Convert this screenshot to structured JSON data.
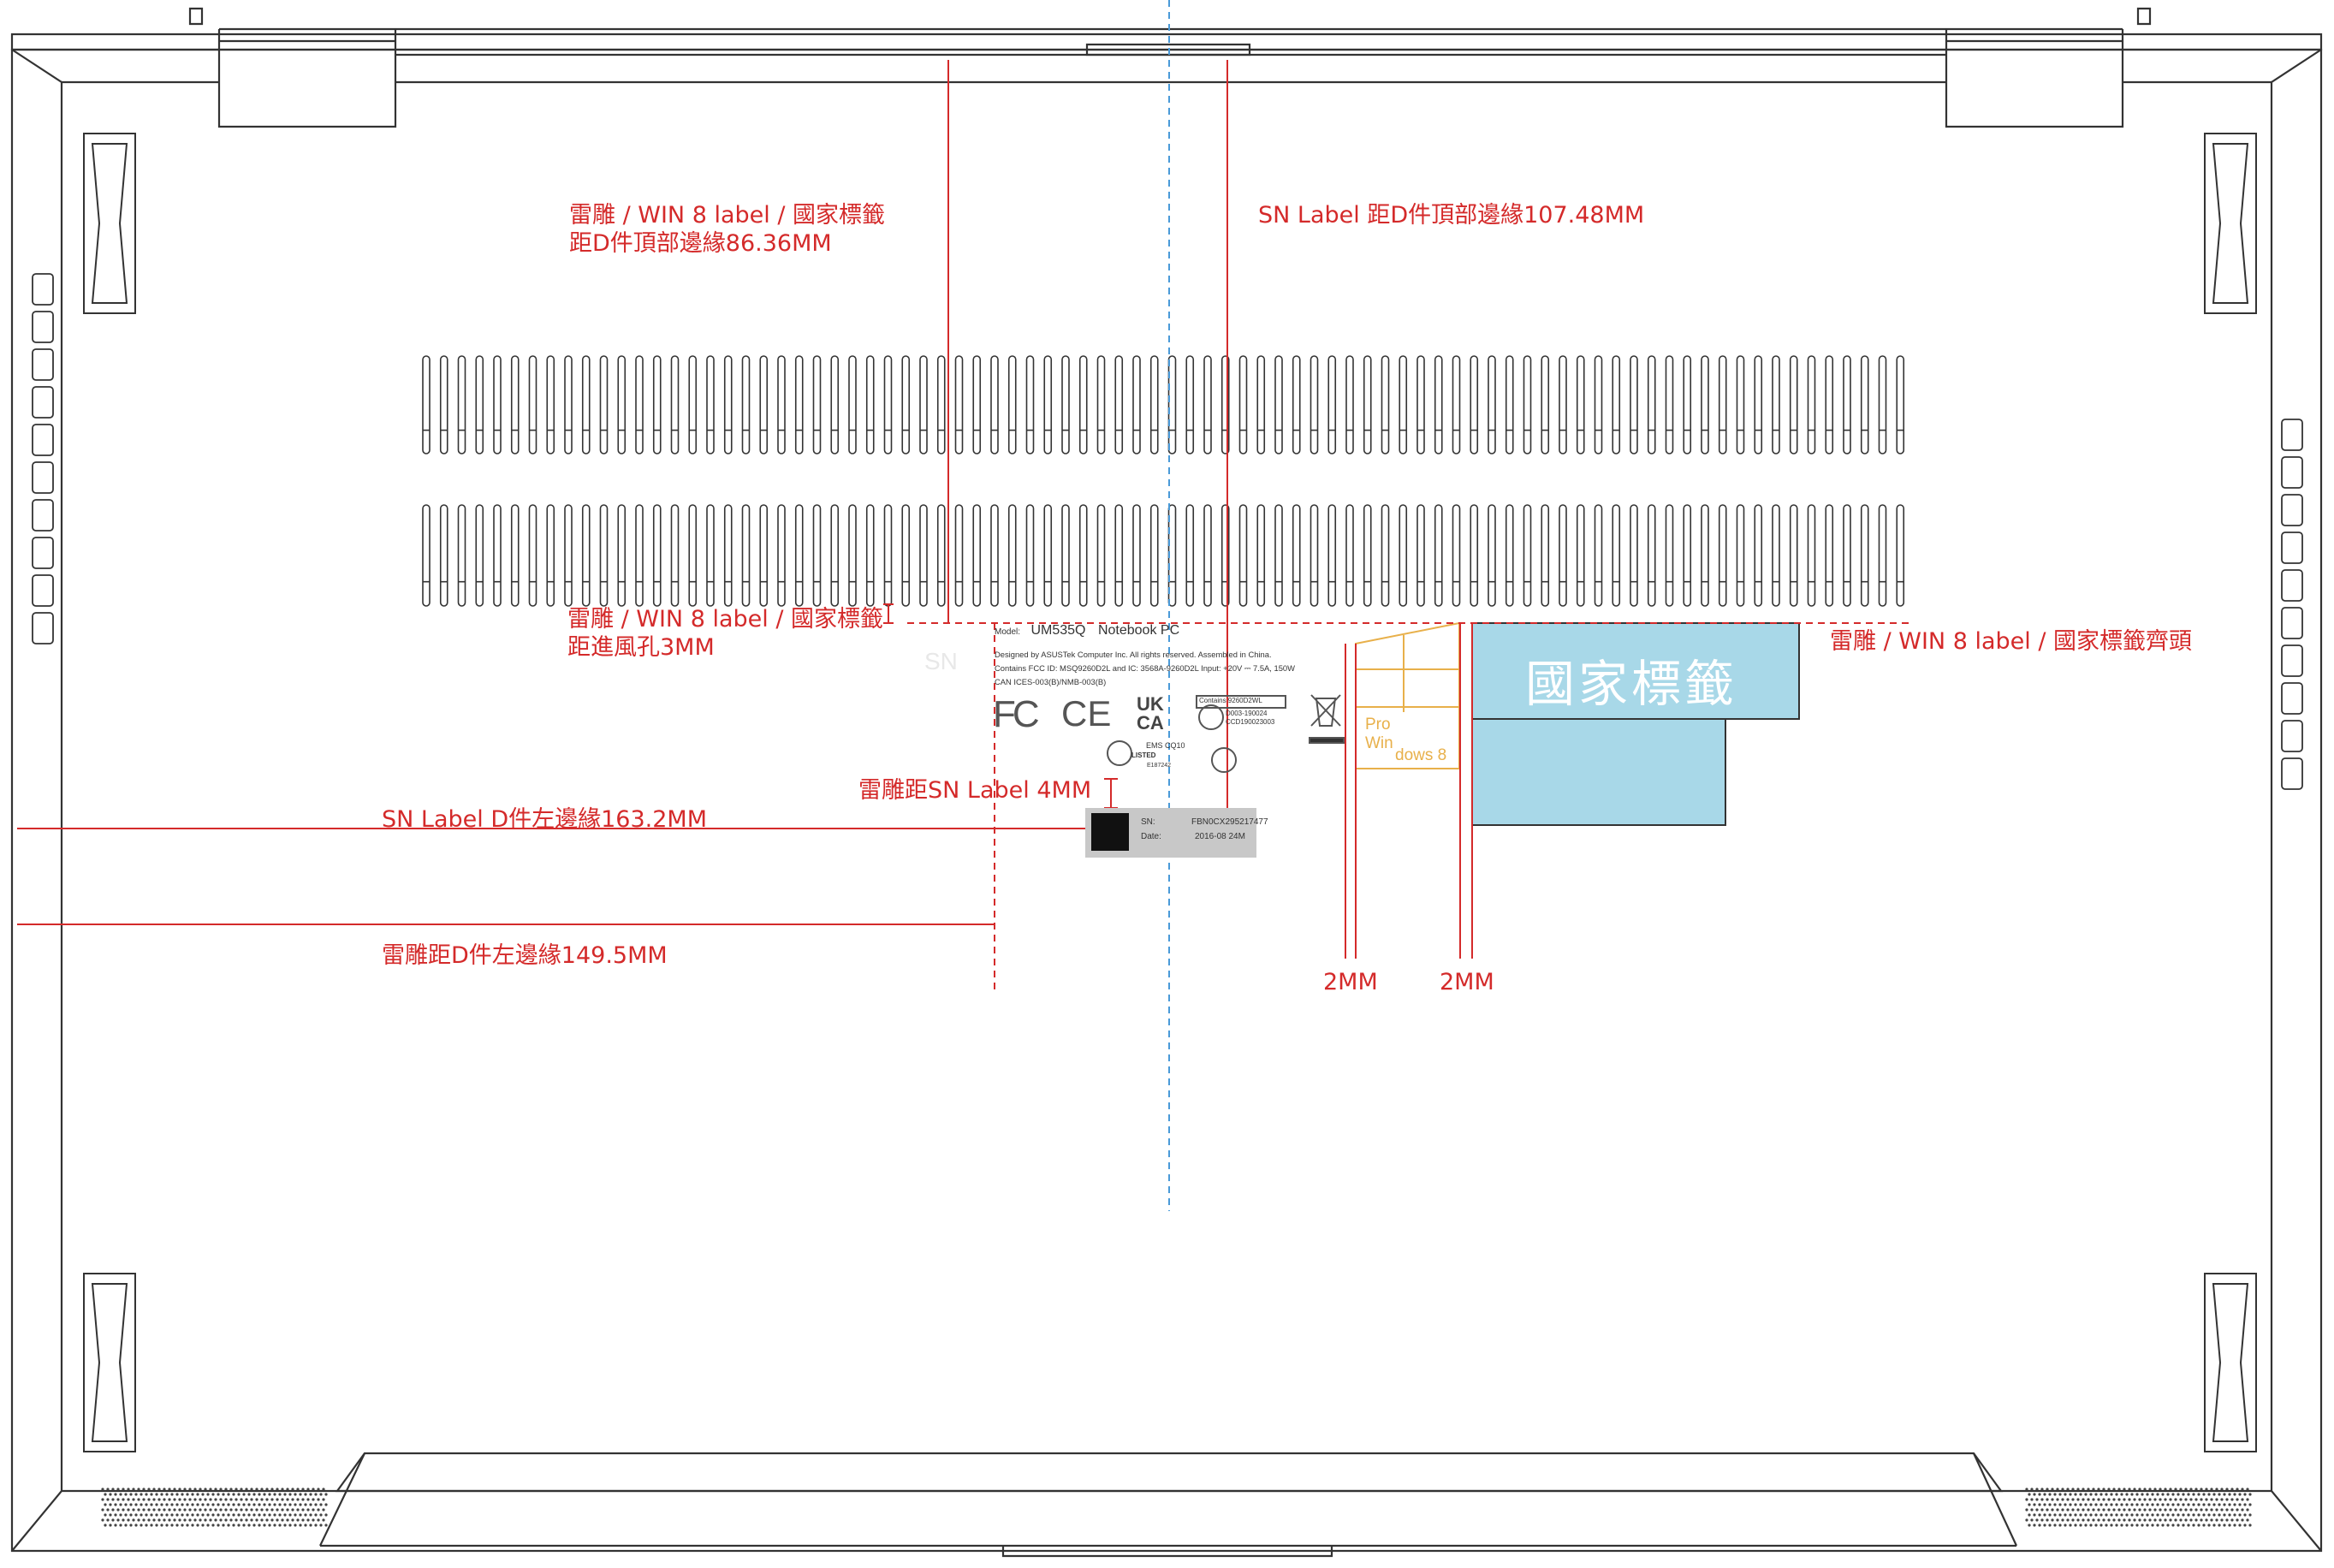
{
  "annotations": {
    "engrave_top_line1": "雷雕 / WIN 8 label / 國家標籤",
    "engrave_top_line2": "距D件頂部邊緣86.36MM",
    "sn_top": "SN Label 距D件頂部邊緣107.48MM",
    "engrave_vent_line1": "雷雕 / WIN 8 label / 國家標籤",
    "engrave_vent_line2": "距進風孔3MM",
    "align_right": "雷雕 / WIN 8 label / 國家標籤齊頭",
    "engrave_sn_gap": "雷雕距SN Label 4MM",
    "sn_left": "SN Label D件左邊緣163.2MM",
    "engrave_left": "雷雕距D件左邊緣149.5MM",
    "gap_a": "2MM",
    "gap_b": "2MM",
    "faint_sn": "SN"
  },
  "rating_label": {
    "model_prefix": "Model:",
    "model": "UM535Q",
    "product": "Notebook PC",
    "line1": "Designed by ASUSTek Computer Inc. All rights reserved. Assembled in China.",
    "line2": "Contains FCC ID: MSQ9260D2L and IC: 3568A-9260D2L  Input: +20V ⎓ 7.5A, 150W",
    "line3": "CAN ICES-003(B)/NMB-003(B)",
    "fc_mark": "FC",
    "ce_mark": "CE",
    "ukca_top": "UK",
    "ukca_bottom": "CA",
    "contains_box": "Contains 9260D2WL",
    "cert_1": "D003-190024",
    "cert_2": "CCD190023003",
    "ems": "EMS CQ10",
    "ul_listed": "LISTED",
    "ul_code": "E187242"
  },
  "sn_label": {
    "sn_key": "SN:",
    "sn_value": "FBN0CX295217477",
    "date_key": "Date:",
    "date_value": "2016-08 24M"
  },
  "windows_logo": {
    "edition": "Pro",
    "win_part": "Win",
    "dows_part": "dows 8"
  },
  "country_label": {
    "text": "國家標籤"
  },
  "colors": {
    "outline": "#333333",
    "annotation": "#d42a2a",
    "centerline": "#4a9ad8",
    "label_fill": "#a8d8e8",
    "windows_gold": "#e8b04a",
    "sn_gray": "#c8c8c8"
  }
}
